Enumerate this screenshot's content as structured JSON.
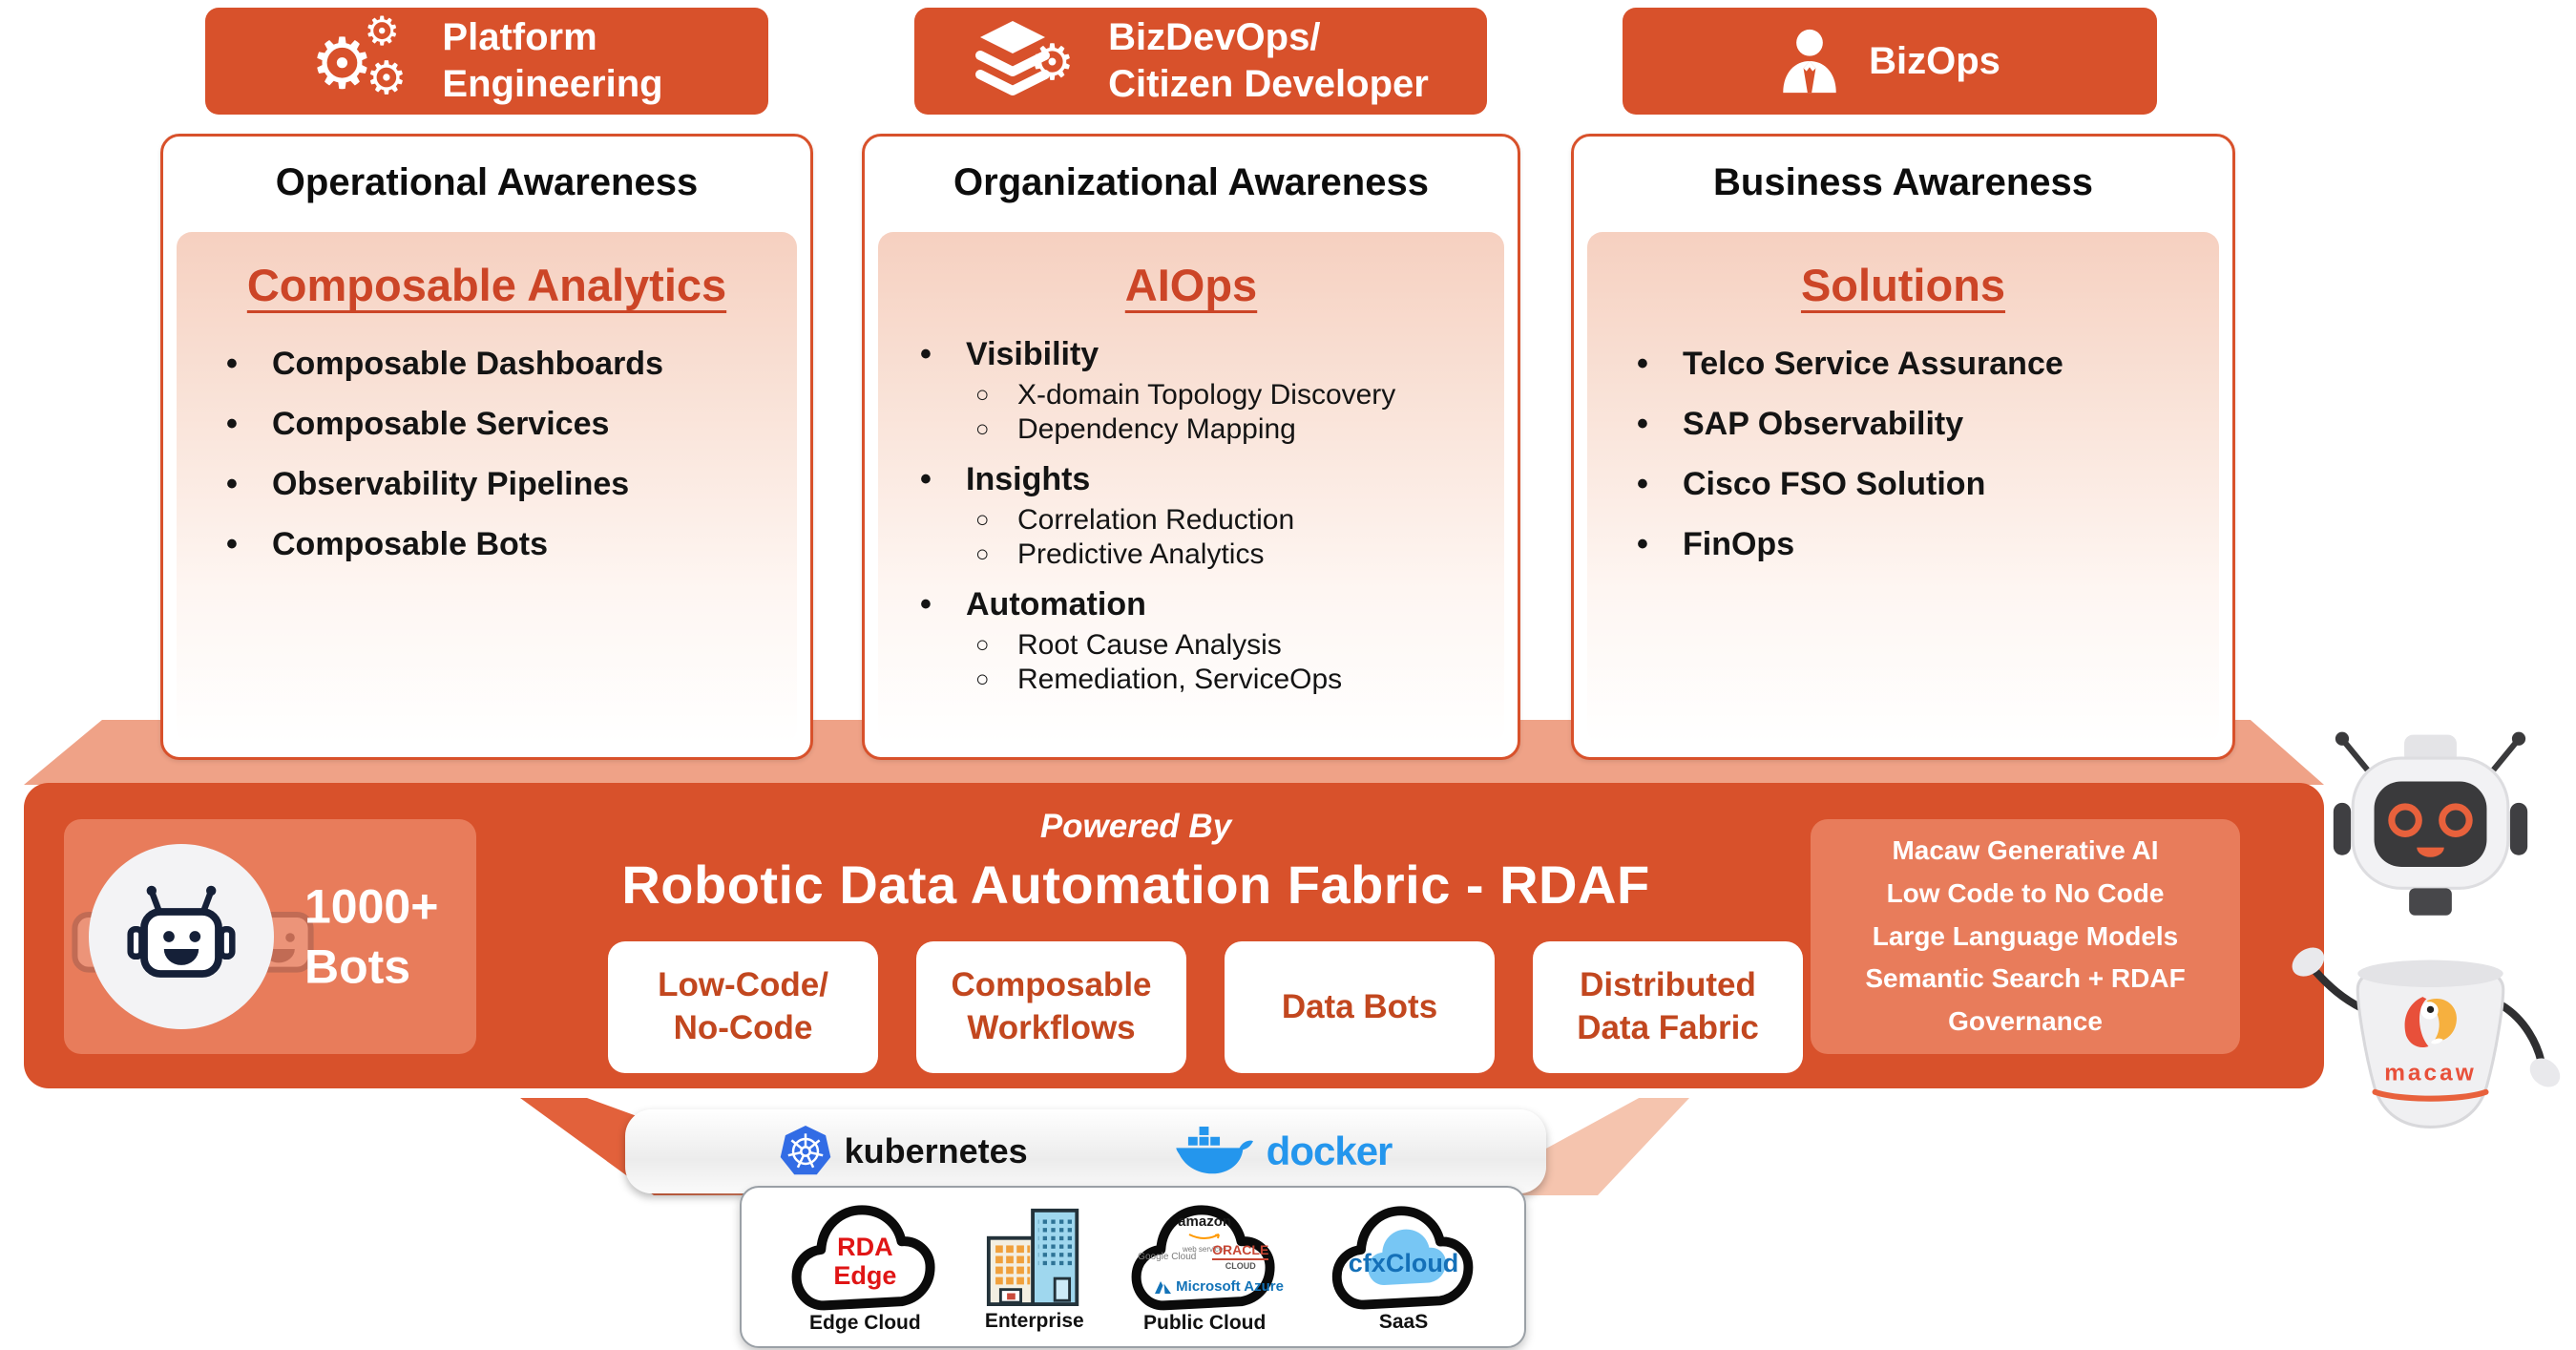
{
  "personas": [
    {
      "icon": "gears-icon",
      "line1": "Platform",
      "line2": "Engineering"
    },
    {
      "icon": "layers-gear-icon",
      "line1": "BizDevOps/",
      "line2": "Citizen Developer"
    },
    {
      "icon": "business-person-icon",
      "line1": "BizOps",
      "line2": ""
    }
  ],
  "cards": [
    {
      "title": "Operational Awareness",
      "heading": "Composable Analytics",
      "items": [
        {
          "label": "Composable Dashboards"
        },
        {
          "label": "Composable Services"
        },
        {
          "label": "Observability Pipelines"
        },
        {
          "label": "Composable Bots"
        }
      ]
    },
    {
      "title": "Organizational Awareness",
      "heading": "AIOps",
      "items": [
        {
          "label": "Visibility",
          "sub": [
            "X-domain Topology Discovery",
            "Dependency Mapping"
          ]
        },
        {
          "label": "Insights",
          "sub": [
            "Correlation Reduction",
            "Predictive Analytics"
          ]
        },
        {
          "label": "Automation",
          "sub": [
            "Root Cause Analysis",
            "Remediation, ServiceOps"
          ]
        }
      ]
    },
    {
      "title": "Business Awareness",
      "heading": "Solutions",
      "items": [
        {
          "label": "Telco Service Assurance"
        },
        {
          "label": "SAP Observability"
        },
        {
          "label": "Cisco FSO Solution"
        },
        {
          "label": "FinOps"
        }
      ]
    }
  ],
  "band": {
    "bots_count": "1000+",
    "bots_label": "Bots",
    "powered_by": "Powered By",
    "title": "Robotic Data Automation Fabric - RDAF",
    "pills": [
      {
        "line1": "Low-Code/",
        "line2": "No-Code"
      },
      {
        "line1": "Composable",
        "line2": "Workflows"
      },
      {
        "line1": "Data Bots",
        "line2": ""
      },
      {
        "line1": "Distributed",
        "line2": "Data Fabric"
      }
    ],
    "capabilities": [
      "Macaw Generative AI",
      "Low Code to No Code",
      "Large Language Models",
      "Semantic Search + RDAF",
      "Governance"
    ]
  },
  "platform_bar": {
    "kubernetes_label": "kubernetes",
    "docker_label": "docker"
  },
  "infrastructure": [
    {
      "inner_line1": "RDA",
      "inner_line2": "Edge",
      "label": "Edge Cloud"
    },
    {
      "label": "Enterprise"
    },
    {
      "label": "Public Cloud",
      "logos": {
        "aws_line1": "amazon",
        "aws_line2": "web services",
        "google": "Google Cloud",
        "oracle": "ORACLE",
        "oracle_sub": "CLOUD",
        "azure": "Microsoft Azure"
      }
    },
    {
      "inner": "cfxCloud",
      "label": "SaaS"
    }
  ],
  "mascot": {
    "brand": "macaw"
  },
  "colors": {
    "primary_orange": "#D8512B",
    "salmon_3d_face": "#EFA287",
    "light_orange_panel": "#E87C5B",
    "card_tint_top": "#F6D0C0",
    "heading_text": "#CC4527",
    "band_pill_text": "#C2471F",
    "kubernetes_blue": "#326CE5",
    "docker_blue": "#2496ED",
    "rda_edge_red": "#E01515",
    "cfx_blue": "#1470B8",
    "robot_screen": "#3A3A3C",
    "robot_accent": "#E8613C"
  }
}
